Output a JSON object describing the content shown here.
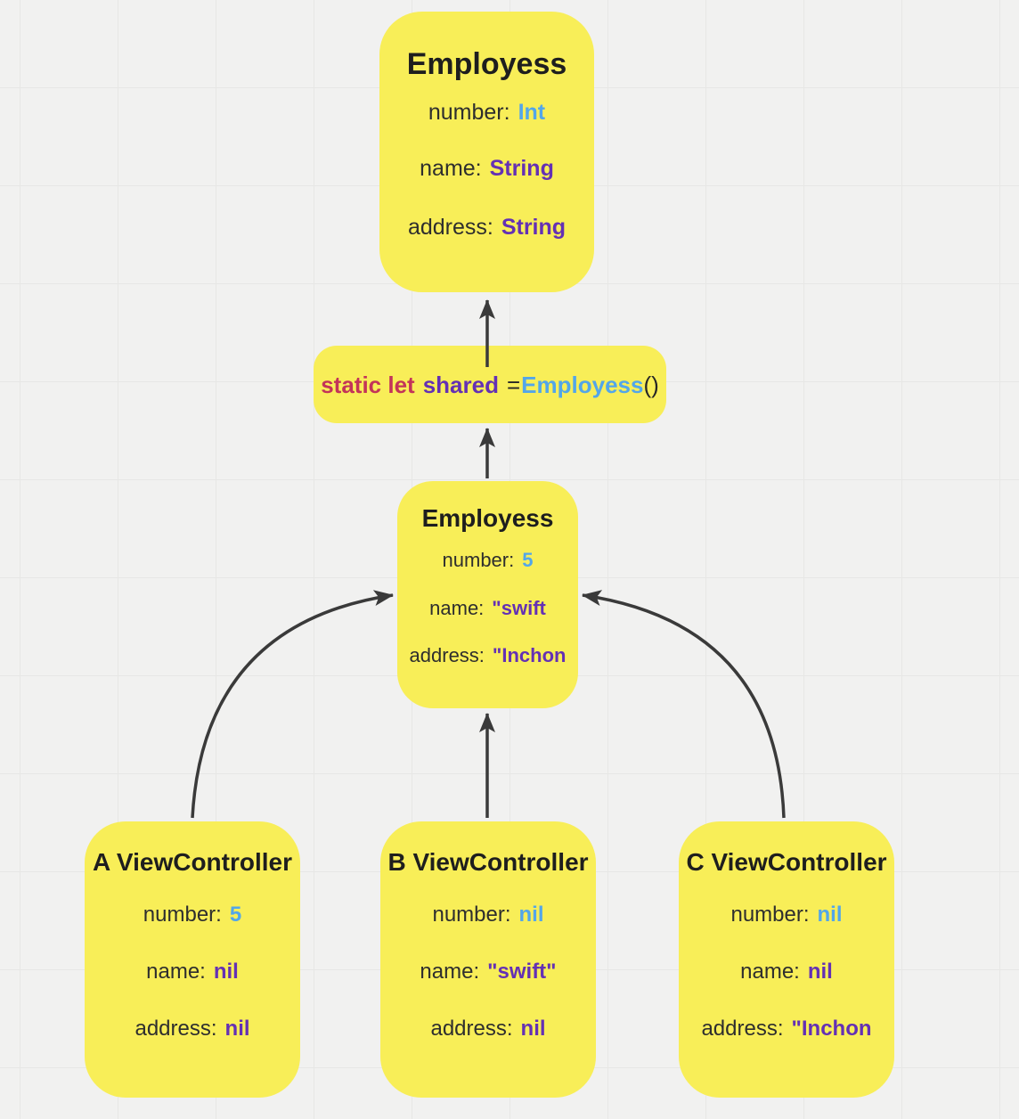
{
  "palette": {
    "node_fill": "#F8EE58",
    "number_type_color": "#53A6E9",
    "string_type_color": "#6430B4",
    "keyword_color": "#C33459",
    "text_color": "#262626",
    "arrow_color": "#3A3A3A",
    "canvas_bg": "#F1F1F0",
    "grid_line": "#E7E7E5"
  },
  "nodes": {
    "class_def": {
      "title": "Employess",
      "fields": [
        {
          "label": "number:",
          "value": "Int"
        },
        {
          "label": "name:",
          "value": "String"
        },
        {
          "label": "address:",
          "value": "String"
        }
      ]
    },
    "singleton": {
      "tokens": {
        "keyword": "static let",
        "property": "shared",
        "equals": "=",
        "type": "Employess",
        "parens": "()"
      }
    },
    "instance": {
      "title": "Employess",
      "fields": [
        {
          "label": "number:",
          "value": "5"
        },
        {
          "label": "name:",
          "value": "\"swift"
        },
        {
          "label": "address:",
          "value": "\"Inchon"
        }
      ]
    },
    "vc_a": {
      "title": "A ViewController",
      "fields": [
        {
          "label": "number:",
          "value": "5"
        },
        {
          "label": "name:",
          "value": "nil"
        },
        {
          "label": "address:",
          "value": "nil"
        }
      ]
    },
    "vc_b": {
      "title": "B ViewController",
      "fields": [
        {
          "label": "number:",
          "value": "nil"
        },
        {
          "label": "name:",
          "value": "\"swift\""
        },
        {
          "label": "address:",
          "value": "nil"
        }
      ]
    },
    "vc_c": {
      "title": "C ViewController",
      "fields": [
        {
          "label": "number:",
          "value": "nil"
        },
        {
          "label": "name:",
          "value": "nil"
        },
        {
          "label": "address:",
          "value": "\"Inchon"
        }
      ]
    }
  },
  "connectors": [
    {
      "from": "singleton",
      "to": "class_def"
    },
    {
      "from": "instance",
      "to": "singleton"
    },
    {
      "from": "vc_a",
      "to": "instance"
    },
    {
      "from": "vc_b",
      "to": "instance"
    },
    {
      "from": "vc_c",
      "to": "instance"
    }
  ]
}
